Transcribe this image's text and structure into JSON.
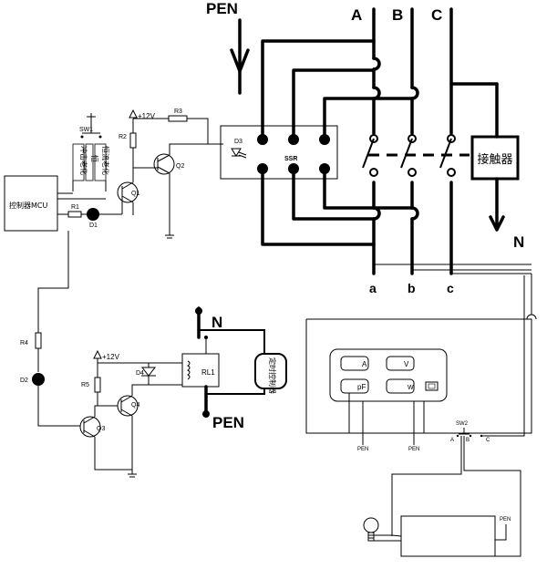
{
  "labels": {
    "pen_top": "PEN",
    "phase_a": "A",
    "phase_b": "B",
    "phase_c": "C",
    "out_a": "a",
    "out_b": "b",
    "out_c": "c",
    "neutral_right": "N",
    "contactor": "接触器",
    "ssr": "SSR",
    "d3": "D3",
    "q2": "Q2",
    "r3": "R3",
    "vcc_top": "+12V",
    "r2": "R2",
    "q1": "Q1",
    "sw1": "SW1",
    "sw1_opt1": "冲击老化",
    "sw1_opt2": "恒",
    "sw1_opt3": "恒流老化",
    "mcu": "控制器MCU",
    "r1": "R1",
    "d1": "D1",
    "r4": "R4",
    "d2": "D2",
    "q3": "Q3",
    "r5": "R5",
    "vcc_bottom": "+12V",
    "d4": "D4",
    "q4": "Q4",
    "rl1": "RL1",
    "relay_n": "N",
    "relay_pen": "PEN",
    "timer": "定时控制器",
    "meter_a": "A",
    "meter_v": "V",
    "meter_pf": "pF",
    "meter_w": "W",
    "pen_meter_1": "PEN",
    "pen_meter_2": "PEN",
    "sw2": "SW2",
    "sw2_a": "A",
    "sw2_b": "B",
    "sw2_c": "C",
    "pen_lamp": "PEN"
  }
}
